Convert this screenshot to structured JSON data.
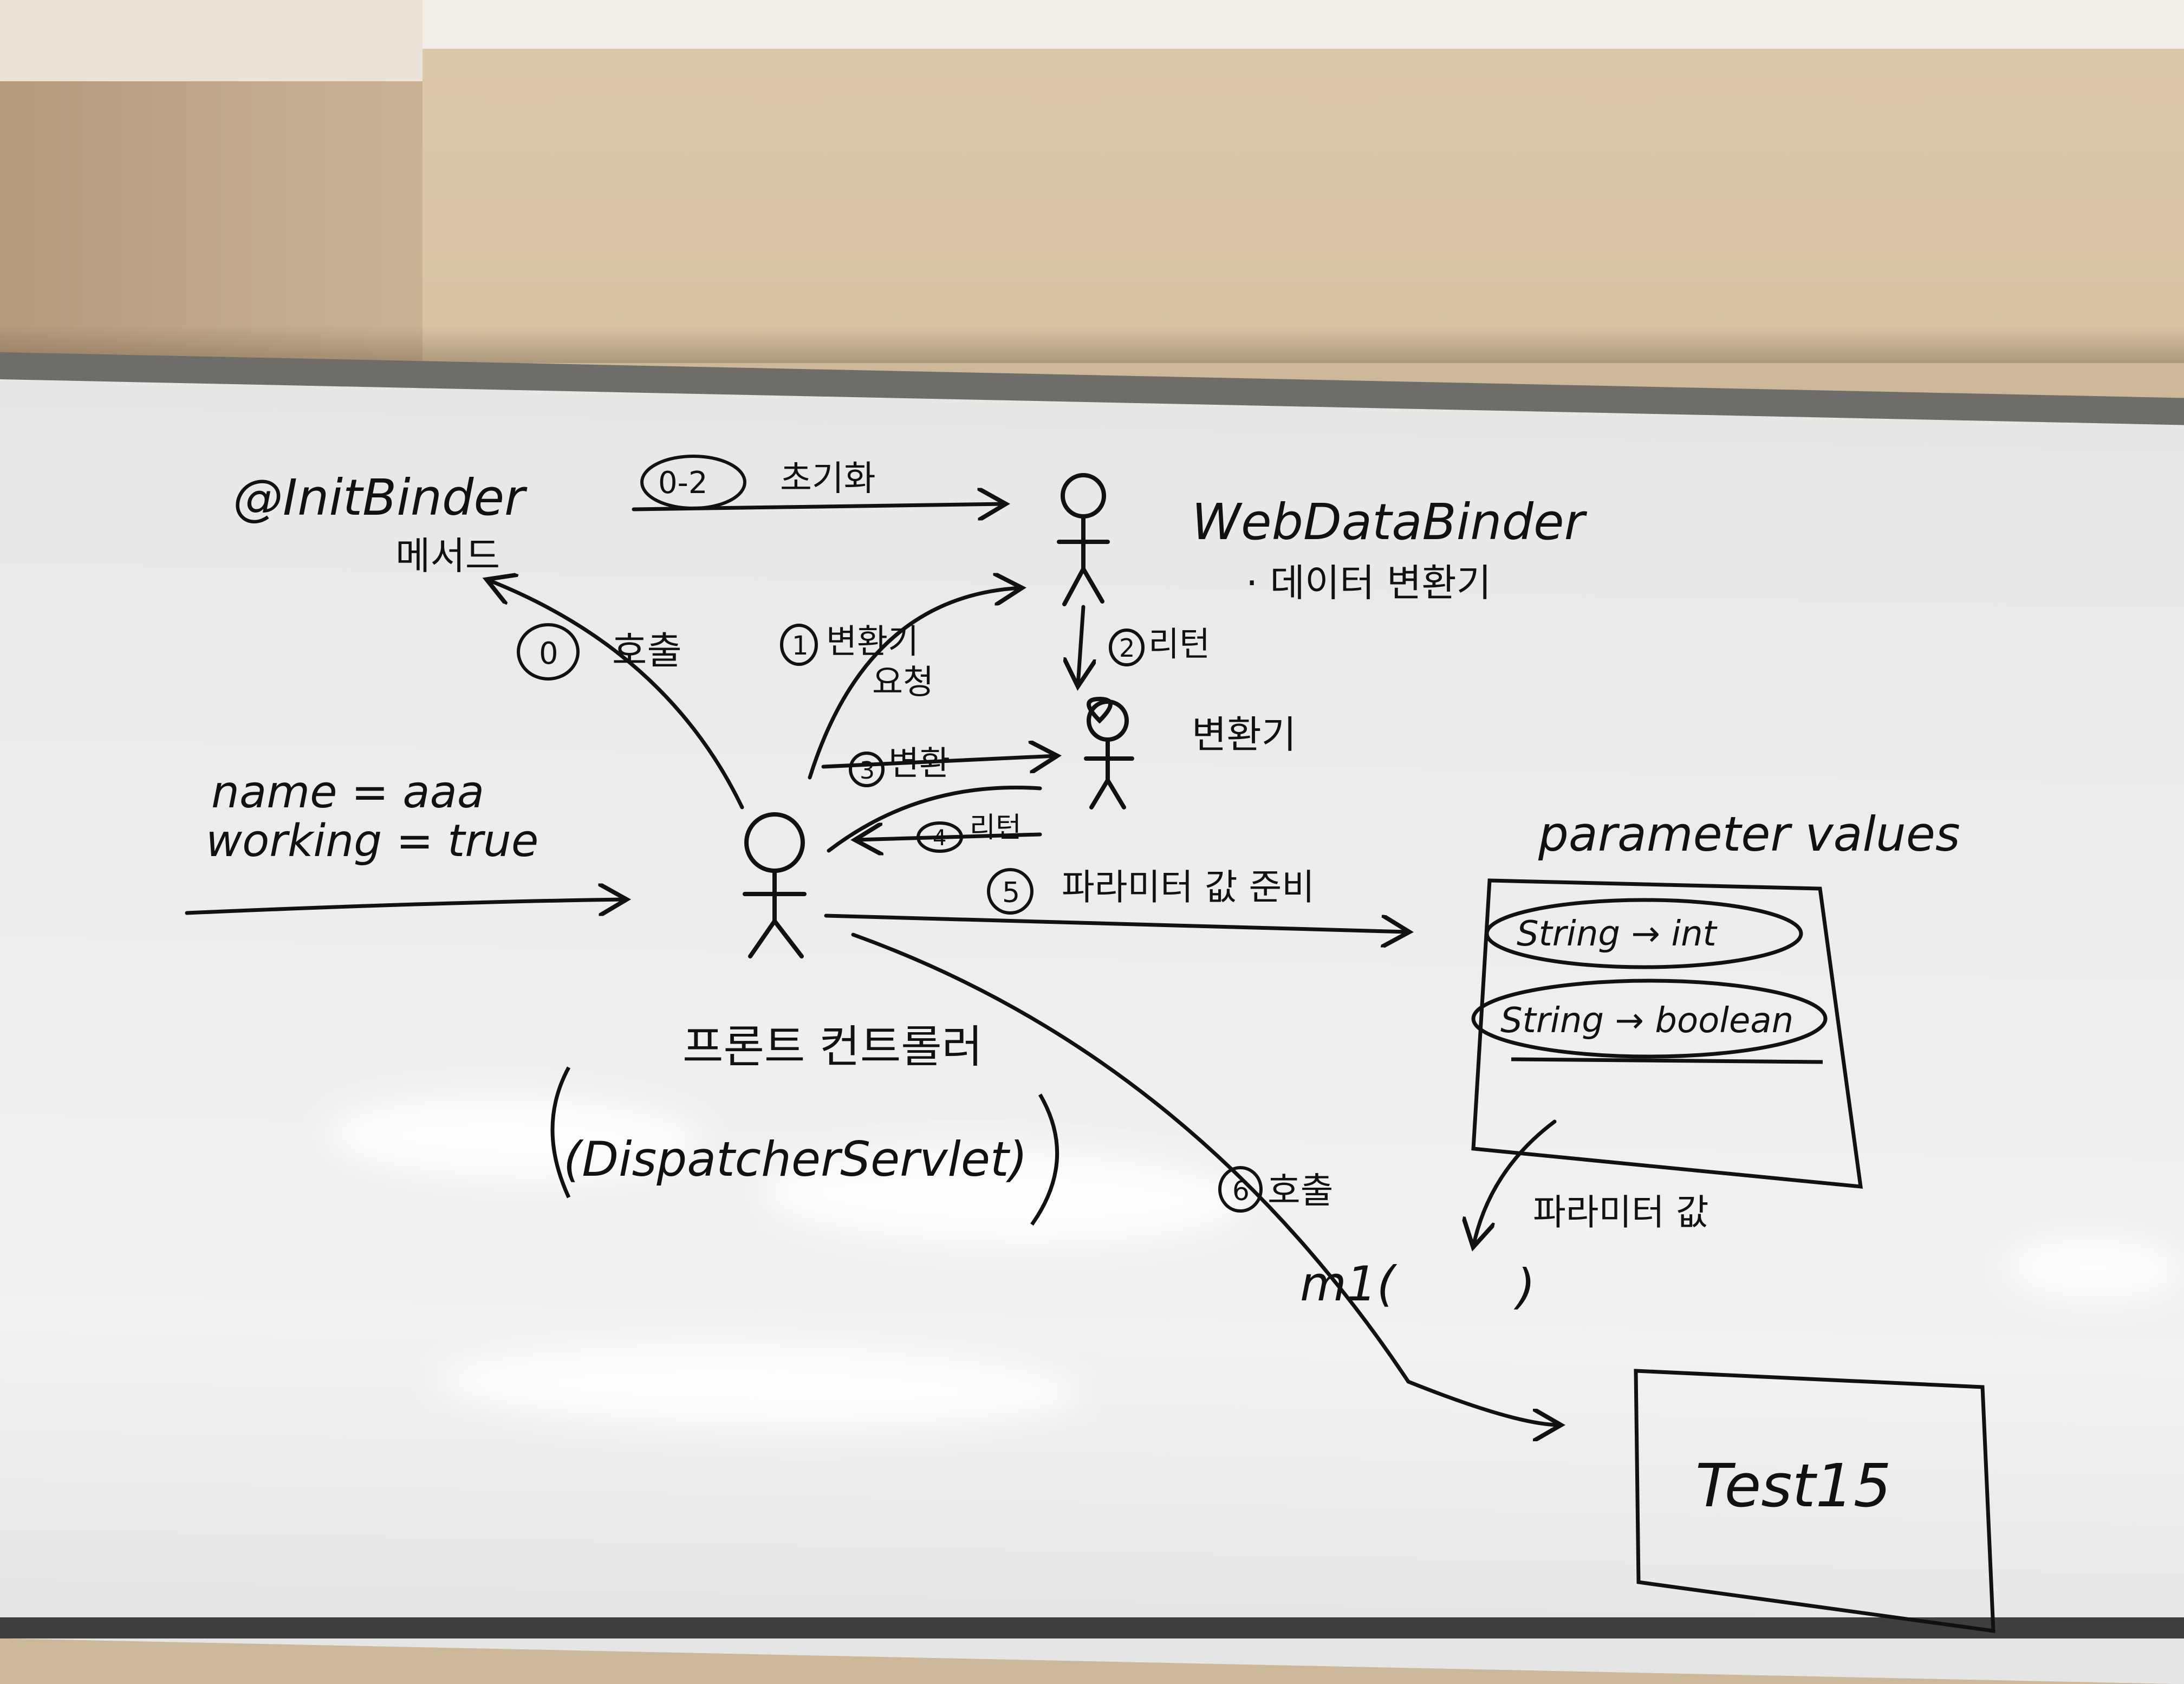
{
  "board": {
    "initbinder_method": "@InitBinder",
    "initbinder_method_sub": "메서드",
    "webdatabinder": "WebDataBinder",
    "webdatabinder_desc": "· 데이터 변환기",
    "converter": "변환기",
    "request_params": {
      "name_line": "name = aaa",
      "working_line": "working = true"
    },
    "front_controller": "프론트 컨트롤러",
    "dispatcher_servlet": "(DispatcherServlet)",
    "parameter_values": {
      "title": "parameter values",
      "items": [
        "String → int",
        "String → boolean"
      ]
    },
    "param_value_label": "파라미터 값",
    "method_call": "m1(",
    "method_call_close": ")",
    "target_box": "Test15",
    "steps": {
      "s0": {
        "num": "0",
        "label": "호출"
      },
      "s02": {
        "num": "0-2",
        "label": "초기화"
      },
      "s1": {
        "num": "1",
        "label": "변환기",
        "label2": "요청"
      },
      "s2": {
        "num": "2",
        "label": "리턴"
      },
      "s3": {
        "num": "3",
        "label": "변환"
      },
      "s4": {
        "num": "4",
        "label": "리턴"
      },
      "s5": {
        "num": "5",
        "label": "파라미터 값 준비"
      },
      "s6": {
        "num": "6",
        "label": "호출"
      }
    }
  }
}
